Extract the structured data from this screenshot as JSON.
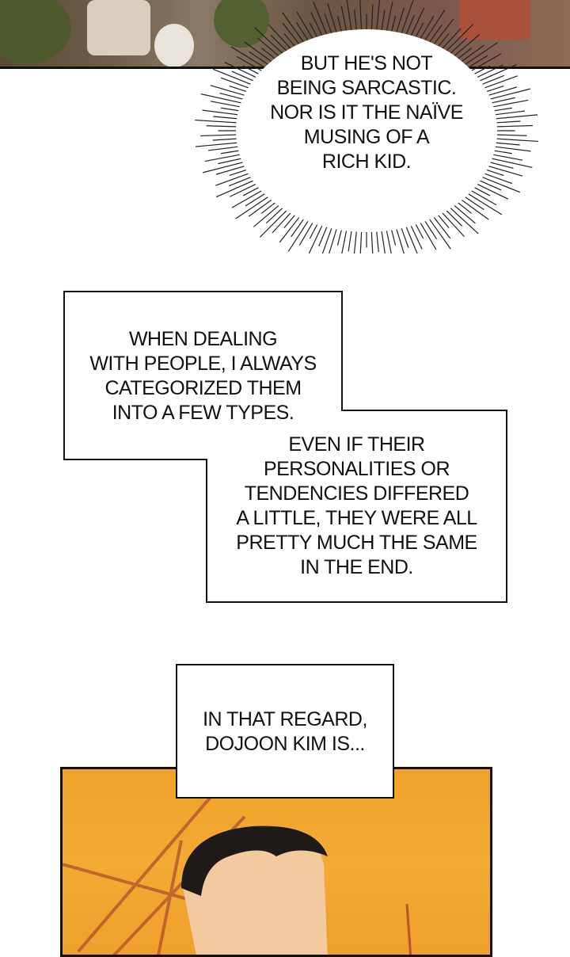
{
  "panels": {
    "burst_bubble": {
      "lines": [
        "BUT HE'S NOT",
        "BEING SARCASTIC.",
        "NOR IS IT THE NAÏVE",
        "MUSING OF A",
        "RICH KID."
      ]
    },
    "caption_1": {
      "lines": [
        "WHEN DEALING",
        "WITH PEOPLE, I ALWAYS",
        "CATEGORIZED THEM",
        "INTO A FEW TYPES."
      ]
    },
    "caption_2": {
      "lines": [
        "EVEN IF THEIR",
        "PERSONALITIES OR",
        "TENDENCIES DIFFERED",
        "A LITTLE, THEY WERE ALL",
        "PRETTY MUCH THE SAME",
        "IN THE END."
      ]
    },
    "caption_3": {
      "lines": [
        "IN THAT REGARD,",
        "DOJOON KIM IS..."
      ]
    }
  },
  "colors": {
    "sunset": "#f0a22a",
    "ink": "#111111"
  }
}
